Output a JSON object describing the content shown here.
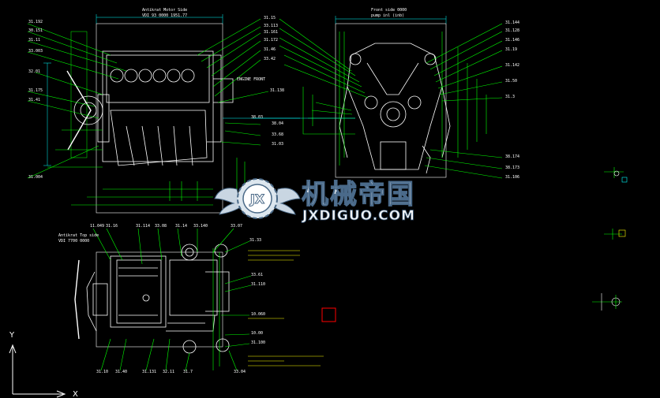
{
  "watermark": {
    "brand_cn": "机械帝国",
    "brand_en": "JXDIGUO.COM",
    "emblem_text": "JX"
  },
  "views": {
    "top_left_title": [
      "Antikrat Motor Side",
      "VDI 93 0000 1951.77"
    ],
    "top_right_title": [
      "Front side 0000",
      "pump inl (inb)"
    ],
    "bottom_left_title": [
      "Antikrat Top side",
      "VDI 7700 0000"
    ]
  },
  "ucs": {
    "x_label": "X",
    "y_label": "Y"
  },
  "colors": {
    "leader": "#00ff00",
    "drawing": "#ffffff",
    "note": "#ffff00",
    "dimension": "#00ffff",
    "marker": "#ff0000"
  }
}
